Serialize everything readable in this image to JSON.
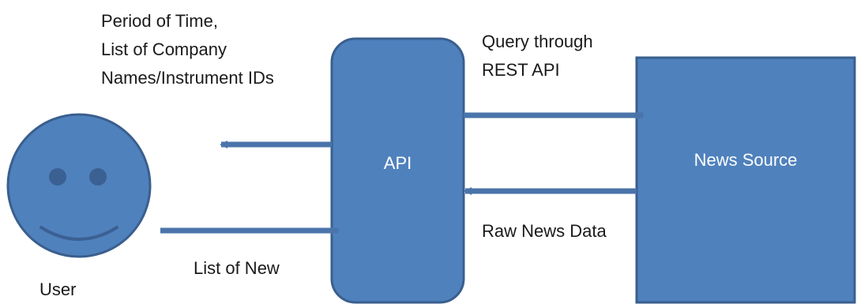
{
  "colors": {
    "fill": "#4f81bd",
    "stroke": "#3a5f8d",
    "face_feature": "#3b6092",
    "arrow": "#4a74aa",
    "text": "#1a1a1a",
    "box_text": "#ffffff"
  },
  "nodes": {
    "user": {
      "label": "User",
      "icon": "smiley-face-icon"
    },
    "api": {
      "label": "API"
    },
    "news_source": {
      "label": "News Source"
    }
  },
  "edges": {
    "api_to_user": {
      "lines": [
        "Period of Time,",
        "List of Company",
        "Names/Instrument IDs"
      ]
    },
    "user_to_api": {
      "label": "List of New"
    },
    "api_to_news": {
      "lines": [
        "Query through",
        "REST API"
      ]
    },
    "news_to_api": {
      "label": "Raw News Data"
    }
  }
}
